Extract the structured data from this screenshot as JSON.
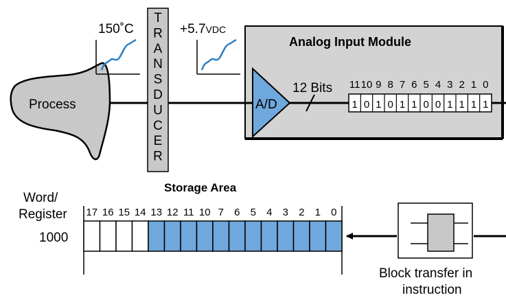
{
  "process": {
    "label": "Process"
  },
  "transducer": {
    "letters": [
      "T",
      "R",
      "A",
      "N",
      "S",
      "D",
      "U",
      "C",
      "E",
      "R"
    ]
  },
  "input_signal": {
    "label": "150˚C"
  },
  "output_signal": {
    "value": "+5.7",
    "unit": "VDC"
  },
  "module": {
    "title": "Analog Input Module",
    "ad_label": "A/D",
    "bits_label": "12 Bits",
    "bit_positions": [
      "11",
      "10",
      "9",
      "8",
      "7",
      "6",
      "5",
      "4",
      "3",
      "2",
      "1",
      "0"
    ],
    "bit_values": [
      "1",
      "0",
      "1",
      "0",
      "1",
      "1",
      "0",
      "0",
      "1",
      "1",
      "1",
      "1"
    ]
  },
  "storage": {
    "title": "Storage Area",
    "row_label_line1": "Word/",
    "row_label_line2": "Register",
    "address": "1000",
    "bit_positions": [
      "17",
      "16",
      "15",
      "14",
      "13",
      "12",
      "11",
      "10",
      "7",
      "6",
      "5",
      "4",
      "3",
      "2",
      "1",
      "0"
    ],
    "filled_from_index": 4
  },
  "block_transfer": {
    "label_line1": "Block transfer in",
    "label_line2": "instruction"
  },
  "colors": {
    "accent_blue": "#6fa8dc",
    "module_gray": "#d3d3d3",
    "process_gray": "#c8c8c8",
    "line": "#000000"
  }
}
